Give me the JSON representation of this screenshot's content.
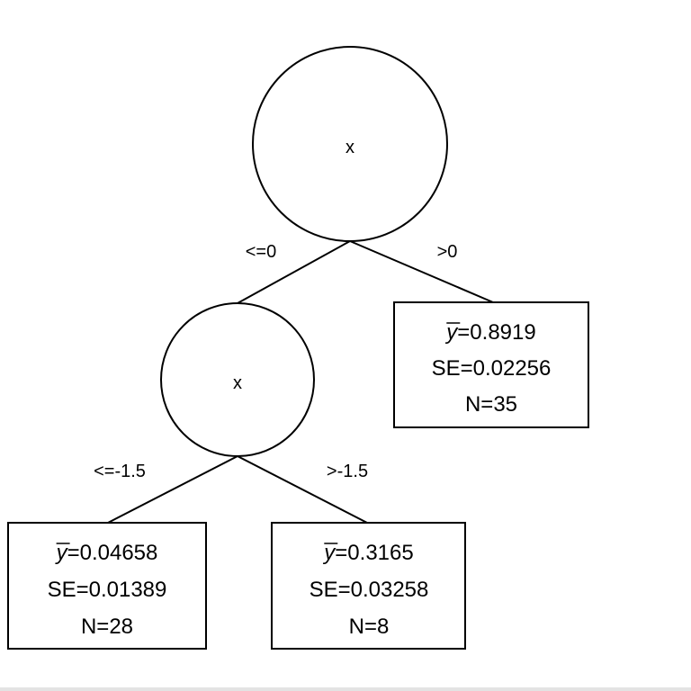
{
  "root": {
    "label": "x"
  },
  "edges": {
    "root_left": "<=0",
    "root_right": ">0",
    "inner_left": "<=-1.5",
    "inner_right": ">-1.5"
  },
  "inner": {
    "label": "x"
  },
  "leaves": [
    {
      "ybar_symbol": "y",
      "ybar": "=0.8919",
      "se": "SE=0.02256",
      "n": "N=35"
    },
    {
      "ybar_symbol": "y",
      "ybar": "=0.04658",
      "se": "SE=0.01389",
      "n": "N=28"
    },
    {
      "ybar_symbol": "y",
      "ybar": "=0.3165",
      "se": "SE=0.03258",
      "n": "N=8"
    }
  ]
}
